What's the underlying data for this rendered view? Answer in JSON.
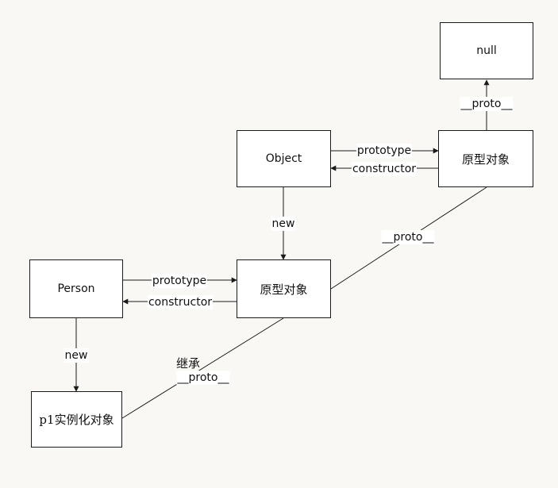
{
  "nodes": {
    "null": "null",
    "object": "Object",
    "object_prototype": "原型对象",
    "person": "Person",
    "person_prototype": "原型对象",
    "p1_instance": "p1实例化对象"
  },
  "edge_labels": {
    "object_proto_to_null": "__proto__",
    "object_prototype": "prototype",
    "object_constructor": "constructor",
    "object_new": "new",
    "person_proto_to_object_proto": "__proto__",
    "person_prototype": "prototype",
    "person_constructor": "constructor",
    "person_new": "new",
    "inherit": "继承",
    "p1_proto_to_person_proto": "__proto__"
  },
  "colors": {
    "background": "#faf8f4",
    "box_fill": "#ffffff",
    "stroke": "#1a1a1a"
  }
}
